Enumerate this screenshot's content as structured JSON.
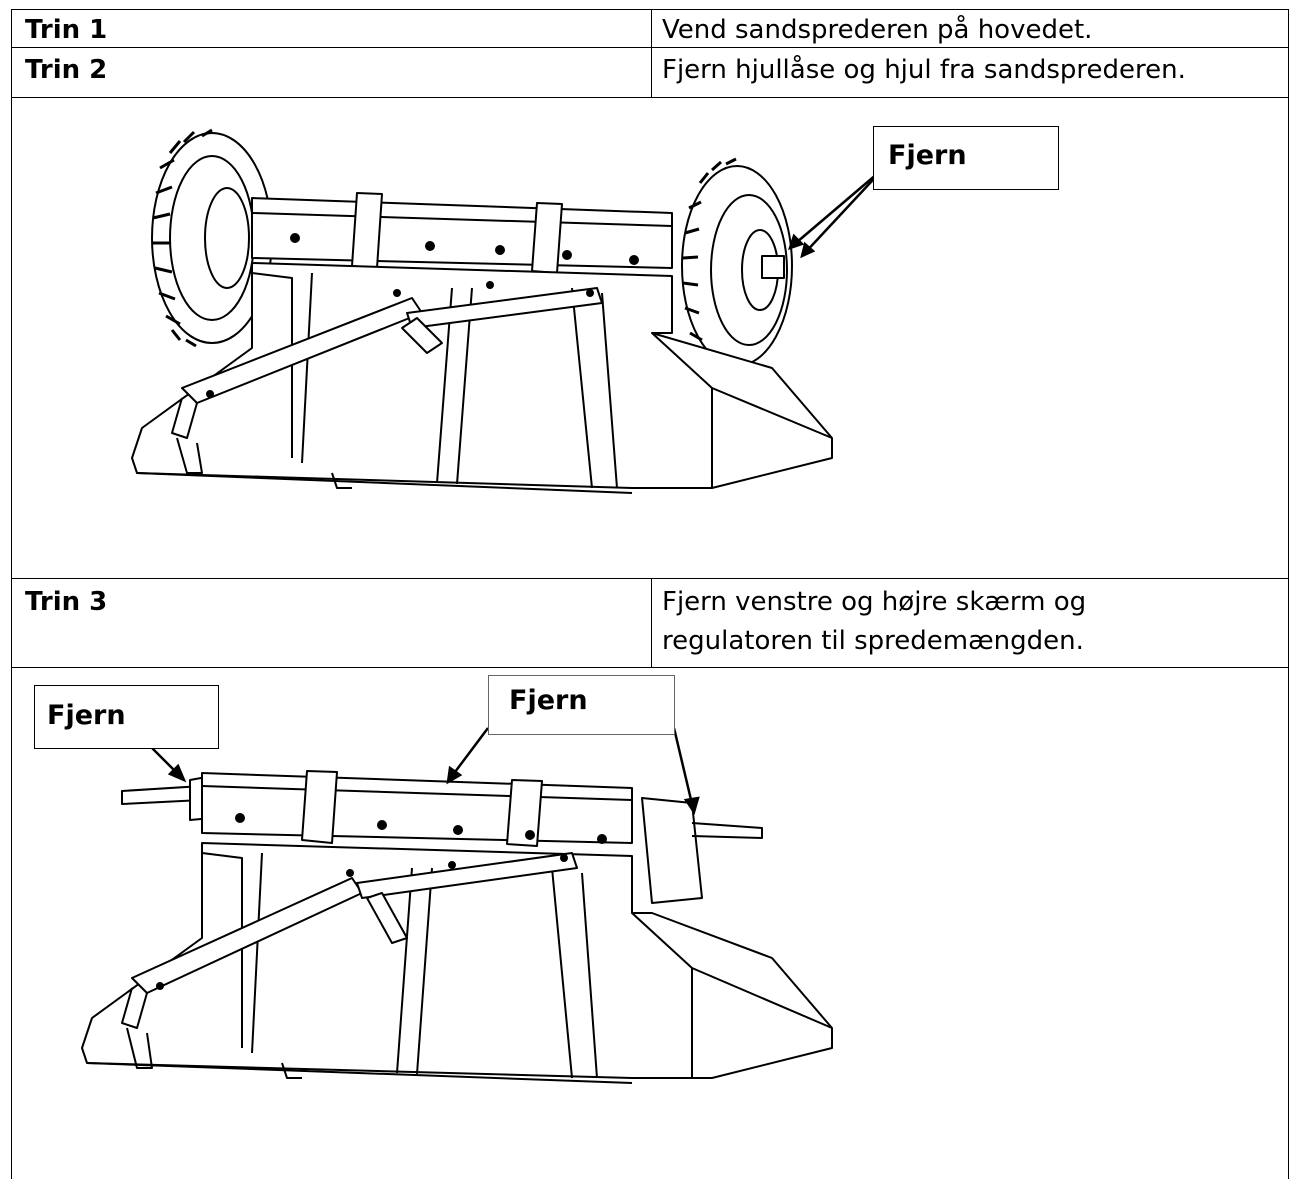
{
  "steps": [
    {
      "label": "Trin 1",
      "text": "Vend sandsprederen på hovedet."
    },
    {
      "label": "Trin 2",
      "text": "Fjern hjullåse og hjul fra sandsprederen."
    },
    {
      "label": "Trin 3",
      "text_line1": "Fjern venstre og højre skærm og",
      "text_line2": "regulatoren til spredemængden."
    }
  ],
  "figure1": {
    "callout": "Fjern"
  },
  "figure2": {
    "callout_left": "Fjern",
    "callout_center": "Fjern"
  }
}
